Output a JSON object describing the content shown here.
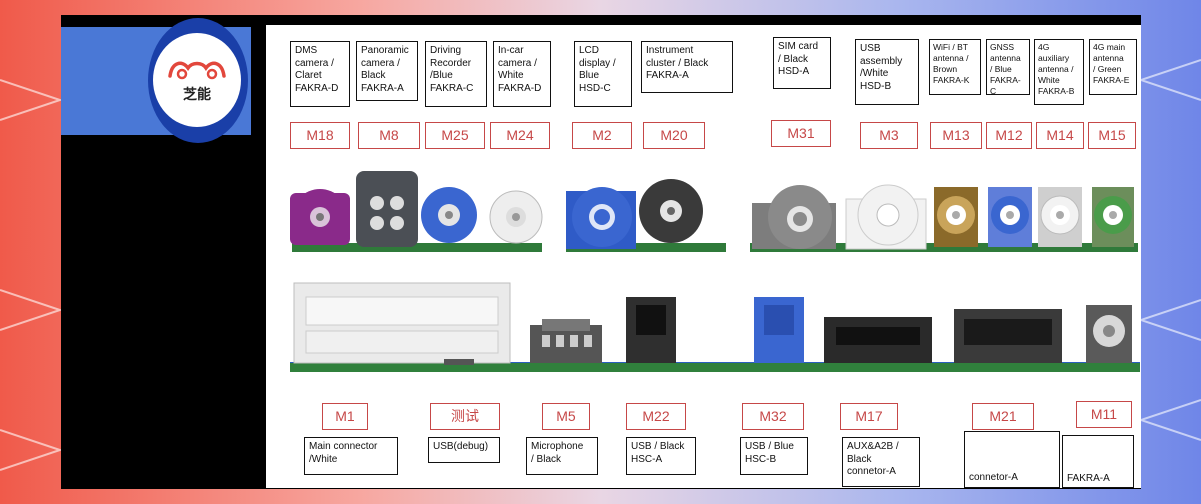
{
  "logo": {
    "text": "芝能",
    "colors": {
      "red": "#e2473c",
      "blue": "#1a3fa8"
    }
  },
  "top_labels": [
    {
      "id": "dms",
      "text": "DMS\ncamera /\nClaret\nFAKRA-D",
      "code": "M18"
    },
    {
      "id": "panoramic",
      "text": "Panoramic\ncamera /\nBlack\nFAKRA-A",
      "code": "M8"
    },
    {
      "id": "driving-recorder",
      "text": "Driving\nRecorder\n/Blue\nFAKRA-C",
      "code": "M25"
    },
    {
      "id": "incar",
      "text": "In-car\ncamera /\nWhite\nFAKRA-D",
      "code": "M24"
    },
    {
      "id": "lcd",
      "text": "LCD\ndisplay /\nBlue\nHSD-C",
      "code": "M2"
    },
    {
      "id": "instrument",
      "text": "Instrument\ncluster / Black\nFAKRA-A",
      "code": "M20"
    },
    {
      "id": "sim",
      "text": "SIM card\n/ Black\nHSD-A",
      "code": "M31"
    },
    {
      "id": "usb-assembly",
      "text": "USB\nassembly\n/White\nHSD-B",
      "code": "M3"
    },
    {
      "id": "wifi",
      "text": "WiFi / BT\nantenna /\nBrown\nFAKRA-K",
      "code": "M13"
    },
    {
      "id": "gnss",
      "text": "GNSS\nantenna\n/ Blue\nFAKRA-C",
      "code": "M12"
    },
    {
      "id": "4g-aux",
      "text": "4G\nauxiliary\nantenna /\nWhite\nFAKRA-B",
      "code": "M14"
    },
    {
      "id": "4g-main",
      "text": "4G main\nantenna\n/ Green\nFAKRA-E",
      "code": "M15"
    }
  ],
  "bottom_labels": [
    {
      "id": "main-connector",
      "code": "M1",
      "text": "Main connector\n/White"
    },
    {
      "id": "usb-debug",
      "code": "测试",
      "text": "USB(debug)"
    },
    {
      "id": "microphone",
      "code": "M5",
      "text": "Microphone\n/ Black"
    },
    {
      "id": "usb-black",
      "code": "M22",
      "text": "USB / Black\nHSC-A"
    },
    {
      "id": "usb-blue",
      "code": "M32",
      "text": "USB / Blue\nHSC-B"
    },
    {
      "id": "aux-a2b",
      "code": "M17",
      "text": "AUX&A2B /\nBlack\nconnetor-A"
    },
    {
      "id": "m21",
      "code": "M21",
      "text": "connetor-A"
    },
    {
      "id": "m11",
      "code": "M11",
      "text": "FAKRA-A"
    }
  ],
  "colors": {
    "code_border": "#c64848",
    "claret": "#8a2a8a",
    "blue": "#3a66d0",
    "white": "#e8e8e8",
    "black": "#333333",
    "green_pcb": "#2f7a3a"
  }
}
